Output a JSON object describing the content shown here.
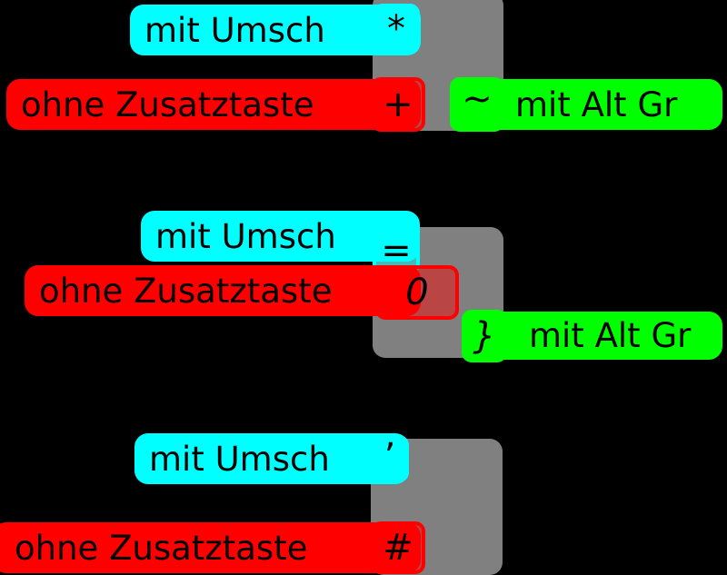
{
  "colors": {
    "background": "#000000",
    "keycap": "#808080",
    "shift": "#00FFFF",
    "plain": "#FF0000",
    "altgr": "#00FF00",
    "text": "#000000"
  },
  "labels": {
    "shift": "mit Umsch",
    "plain": "ohne Zusatztaste",
    "altgr": "mit Alt Gr"
  },
  "keys": [
    {
      "id": "plus-key",
      "shift_char": "*",
      "plain_char": "+",
      "altgr_char": "~"
    },
    {
      "id": "zero-key",
      "shift_char": "=",
      "plain_char": "0",
      "altgr_char": "}"
    },
    {
      "id": "hash-key",
      "shift_char": "ʼ",
      "plain_char": "#",
      "altgr_char": null
    }
  ]
}
